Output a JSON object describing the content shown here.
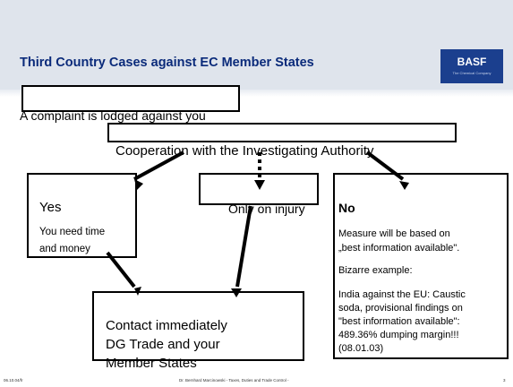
{
  "slide": {
    "title": "Third Country Cases against EC Member States",
    "logo": {
      "name": "BASF",
      "tagline": "The Chemical Company"
    }
  },
  "diagram": {
    "complaint": "A complaint is lodged against you",
    "cooperation": "Cooperation with the Investigating Authority",
    "yes": {
      "heading": "Yes",
      "line1": "You need time",
      "line2": "and money"
    },
    "injury": "Only on injury",
    "no": {
      "heading": "No",
      "line1": "Measure will be based on",
      "line2": "„best information available\".",
      "bizarre": "Bizarre example:",
      "example_lines": [
        "India against the EU: Caustic",
        "soda, provisional findings on",
        "\"best information available\":",
        "489.36% dumping margin!!!",
        "(08.01.03)"
      ]
    },
    "contact": {
      "line1": "Contact immediately",
      "line2": "DG Trade and your",
      "line3": "Member States"
    }
  },
  "footer": {
    "date": "06.10.04/fr",
    "author": "Dr. Bernhard Marcinowski - Taxes, Duties and Trade Control -",
    "page": "3"
  }
}
